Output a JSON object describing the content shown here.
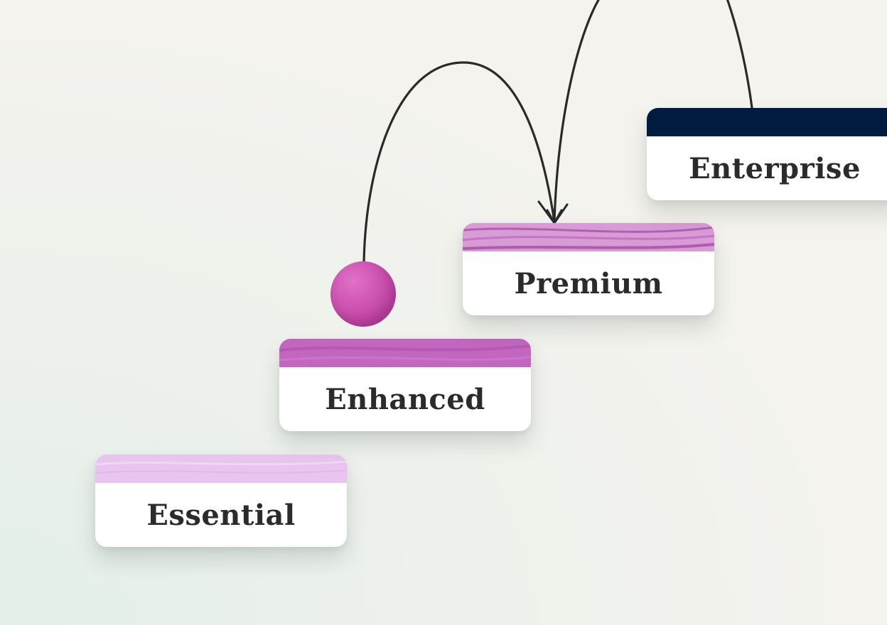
{
  "tiers": [
    {
      "id": "essential",
      "label": "Essential",
      "cap_color": "#e9c4ef",
      "cap_streak": "#f3dcf6"
    },
    {
      "id": "enhanced",
      "label": "Enhanced",
      "cap_color": "#c266c0",
      "cap_streak": "#b04fae"
    },
    {
      "id": "premium",
      "label": "Premium",
      "cap_color": "#d79bd6",
      "cap_streak": "#a94aa4"
    },
    {
      "id": "enterprise",
      "label": "Enterprise",
      "cap_color": "#001a40",
      "cap_streak": "#001a40"
    }
  ],
  "colors": {
    "background": "#f4f3ee",
    "card": "#ffffff",
    "text": "#2b2b2b",
    "arrow": "#2a2a2a",
    "ball": "#cc52b0"
  },
  "icons": {
    "ball": "ball-icon",
    "arrow_from_ball": "curved-arrow-icon",
    "arrow_from_enterprise": "curved-arrow-icon"
  }
}
